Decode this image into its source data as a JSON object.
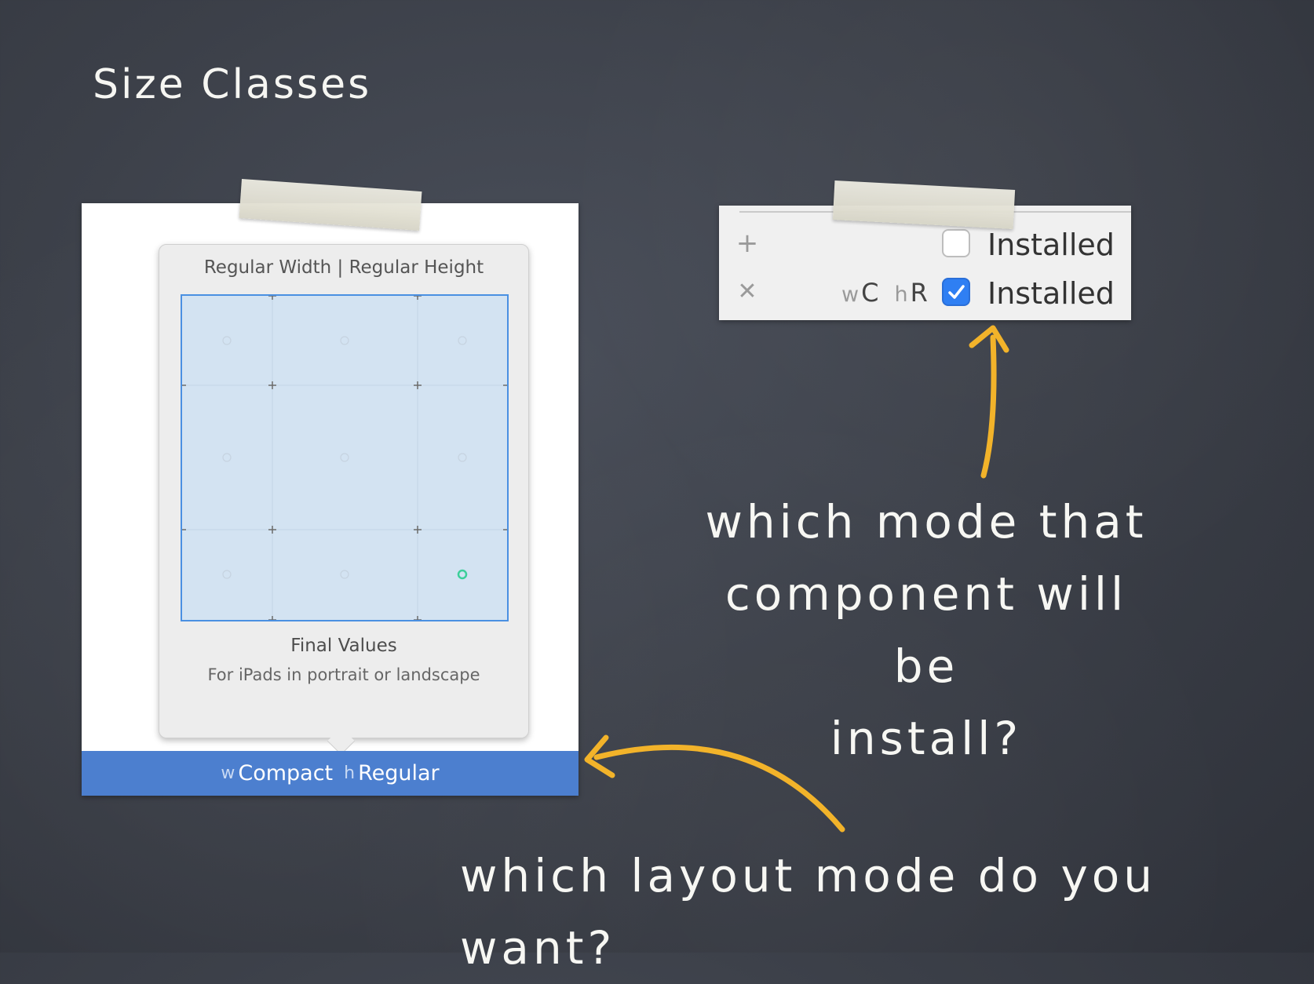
{
  "slide": {
    "title": "Size Classes"
  },
  "size_class_popover": {
    "heading": "Regular Width | Regular Height",
    "final_title": "Final Values",
    "final_subtitle": "For iPads in portrait or landscape",
    "selected_cell": "bottom-right",
    "accent_color": "#4a90e2",
    "selection_color": "#3ccf9a"
  },
  "size_bar": {
    "width_prefix": "w",
    "width_value": "Compact",
    "height_prefix": "h",
    "height_value": "Regular",
    "color": "#4c7fcf"
  },
  "install_panel": {
    "rows": [
      {
        "icon": "plus-icon",
        "checked": false,
        "label": "Installed"
      },
      {
        "icon": "close-icon",
        "width_prefix": "w",
        "width_value": "C",
        "height_prefix": "h",
        "height_value": "R",
        "checked": true,
        "label": "Installed"
      }
    ],
    "check_color": "#2f7ff3"
  },
  "annotations": {
    "install_question_lines": [
      "which mode that",
      "component will be",
      "install?"
    ],
    "layout_question": "which layout mode do you want?",
    "arrow_color": "#f2b32a"
  }
}
